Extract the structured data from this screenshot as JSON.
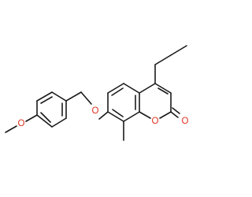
{
  "atoms": {
    "o_methoxy": {
      "symbol": "O",
      "color": "#e0301e"
    },
    "o_ether": {
      "symbol": "O",
      "color": "#e0301e"
    },
    "o_ring": {
      "symbol": "O",
      "color": "#e0301e"
    },
    "o_carbonyl": {
      "symbol": "O",
      "color": "#e0301e"
    }
  },
  "bond_color": "#1a1a1a"
}
